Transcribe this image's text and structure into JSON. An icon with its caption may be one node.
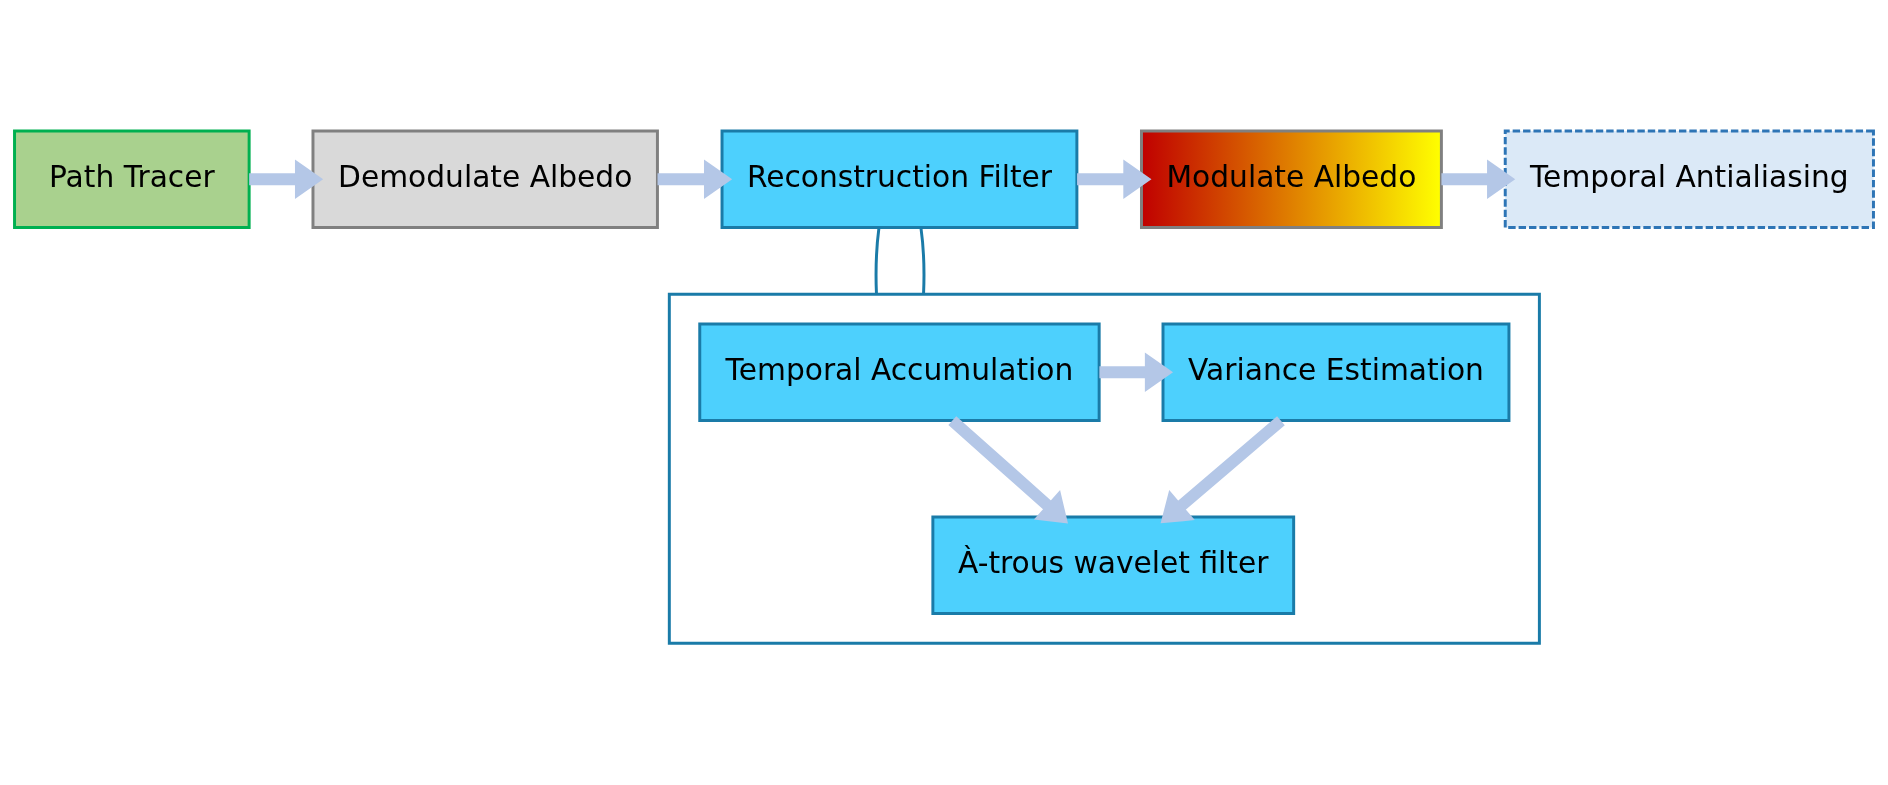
{
  "diagram": {
    "nodes": [
      {
        "text": [
          "Path Tracer"
        ]
      },
      {
        "text": [
          "Demodulate Albedo"
        ]
      },
      {
        "text": [
          "Reconstruction Filter"
        ]
      },
      {
        "text": [
          "Modulate Albedo"
        ]
      },
      {
        "text": [
          "Temporal Antialiasing"
        ]
      },
      {
        "text": [],
        "shape": "box"
      },
      {
        "text": [
          "Temporal Accumulation"
        ],
        "in": 5
      },
      {
        "text": [
          "Variance Estimation"
        ],
        "in": 5
      },
      {
        "text": [
          "À-trous wavelet filter"
        ],
        "in": 5
      }
    ],
    "edges": [
      {
        "from": 0,
        "to": 1,
        "arrow": "to"
      },
      {
        "from": 1,
        "to": 2,
        "arrow": "to"
      },
      {
        "from": 2,
        "to": 3,
        "arrow": "to"
      },
      {
        "from": 3,
        "to": 4,
        "arrow": "to"
      },
      {
        "from": 2,
        "to": 5,
        "arrow": "none",
        "color": "#1a7ba8"
      },
      {
        "from": 2,
        "to": 5,
        "arrow": "none",
        "color": "#1a7ba8"
      },
      {
        "from": 6,
        "to": 7,
        "arrow": "to"
      },
      {
        "from": 6,
        "to": 8,
        "arrow": "to"
      },
      {
        "from": 7,
        "to": 8,
        "arrow": "to"
      }
    ]
  }
}
